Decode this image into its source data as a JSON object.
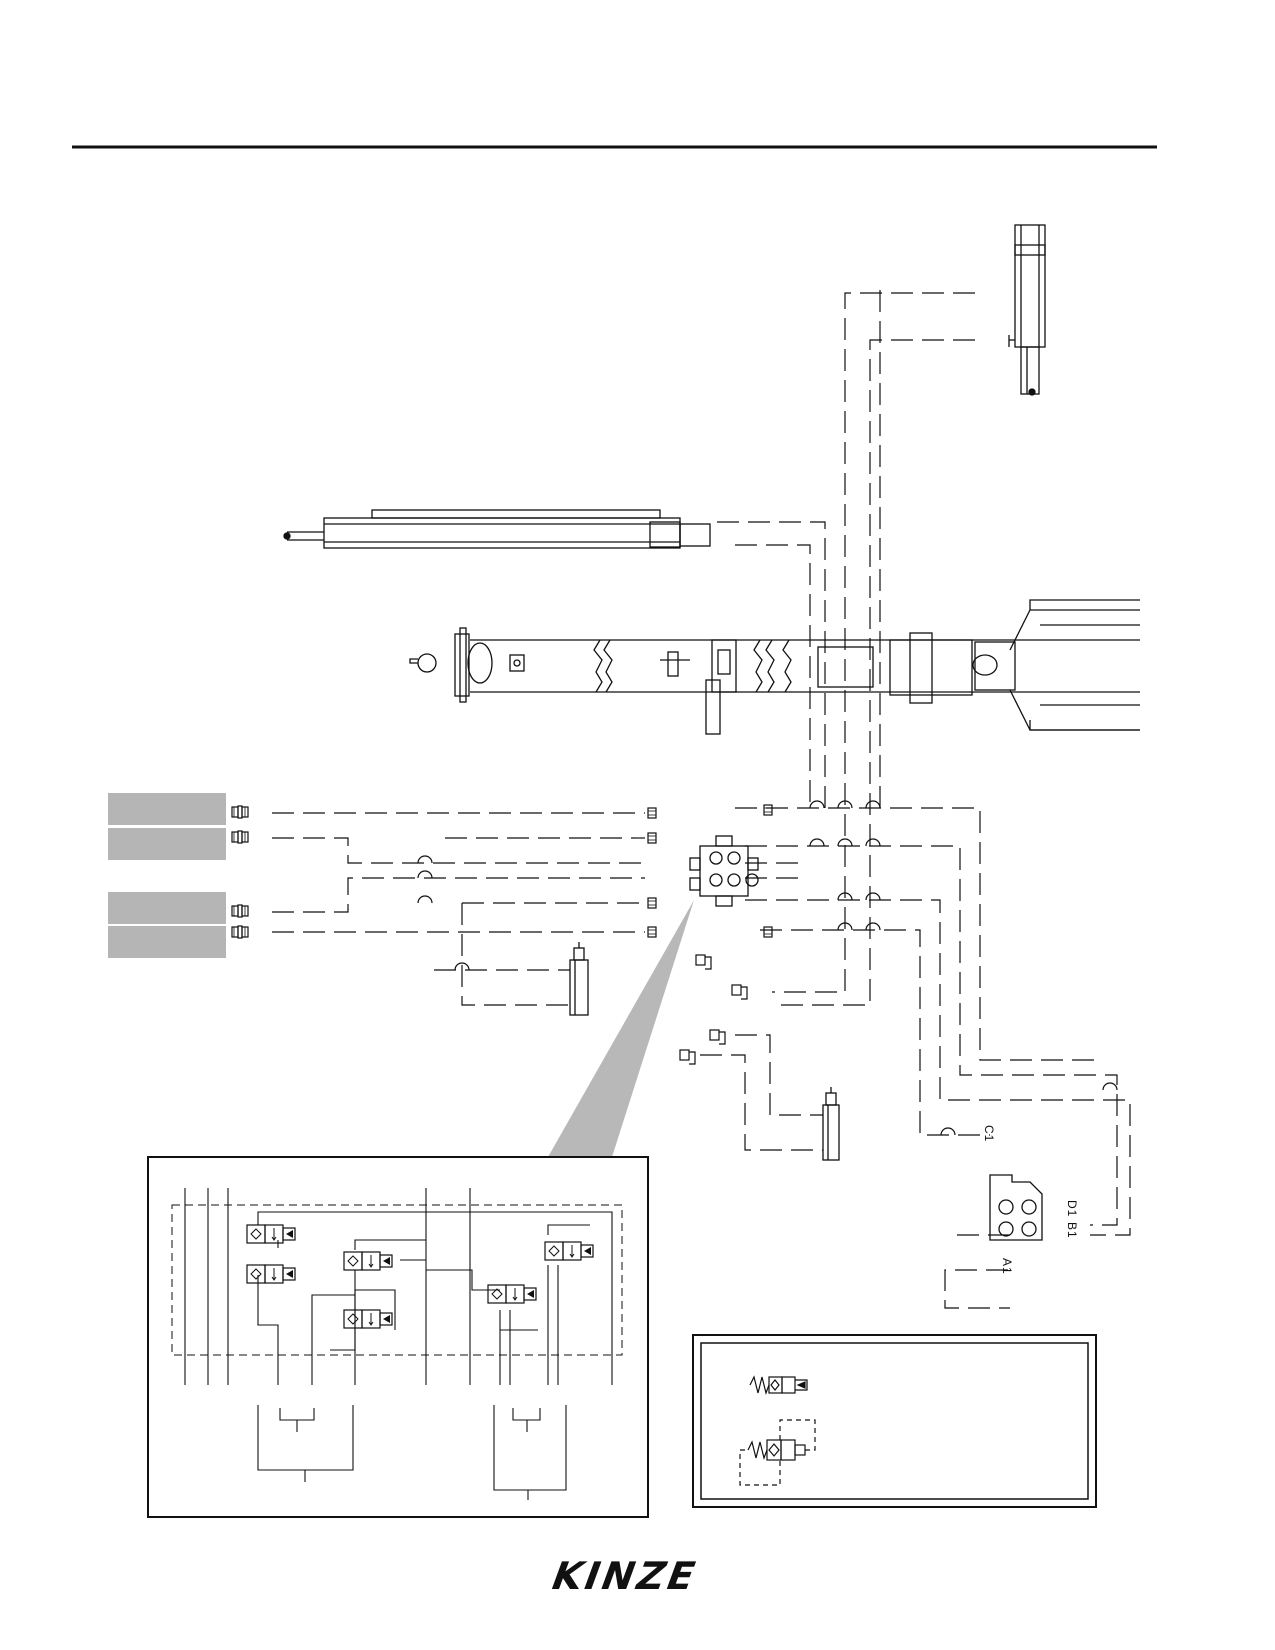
{
  "valve_block_ports": {
    "c1": "C1",
    "d1": "D1",
    "b1": "B1",
    "a1": "A1"
  },
  "branding": {
    "logo_text": "KINZE"
  },
  "colors": {
    "line": "#111111",
    "label_box": "#b5b5b5",
    "callout": "#b8b8b8",
    "background": "#ffffff"
  },
  "icons": {
    "manifold": "hydraulic-valve-manifold-icon",
    "cylinder": "hydraulic-cylinder-icon",
    "coupler": "quick-coupler-icon",
    "solenoid_valve": "solenoid-valve-symbol-icon"
  }
}
